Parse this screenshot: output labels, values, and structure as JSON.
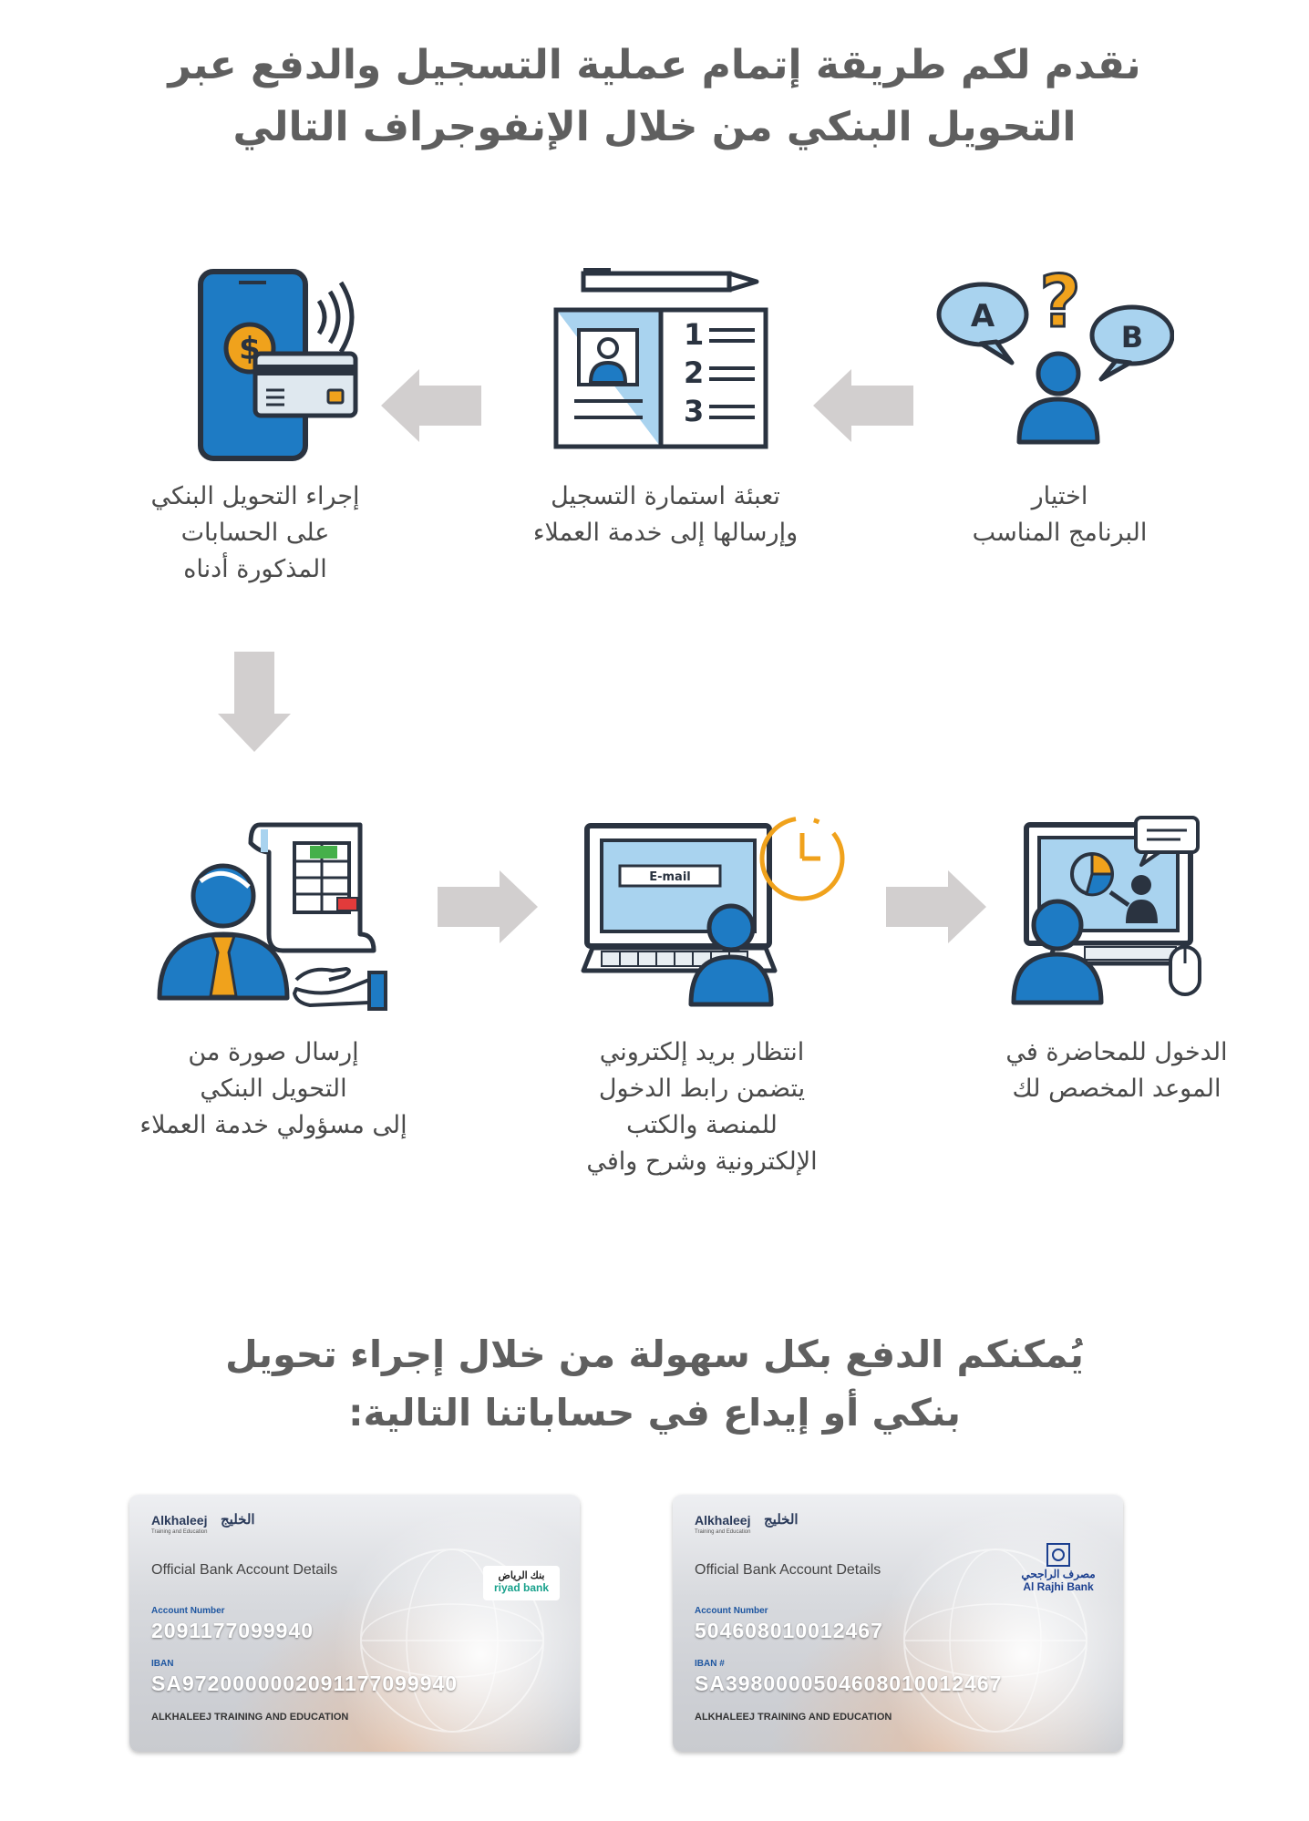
{
  "title": {
    "line1": "نقدم لكم طريقة إتمام عملية التسجيل والدفع عبر",
    "line2": "التحويل البنكي من خلال الإنفوجراف التالي"
  },
  "steps": [
    {
      "icon": "question-bubbles-icon",
      "lines": [
        "اختيار",
        "البرنامج المناسب"
      ]
    },
    {
      "icon": "registration-form-icon",
      "lines": [
        "تعبئة استمارة التسجيل",
        "وإرسالها إلى خدمة العملاء"
      ]
    },
    {
      "icon": "mobile-payment-icon",
      "lines": [
        "إجراء التحويل البنكي",
        "على الحسابات",
        "المذكورة أدناه"
      ]
    },
    {
      "icon": "send-receipt-icon",
      "lines": [
        "إرسال صورة من",
        "التحويل البنكي",
        "إلى مسؤولي خدمة العملاء"
      ]
    },
    {
      "icon": "email-wait-icon",
      "lines": [
        "انتظار بريد إلكتروني",
        "يتضمن رابط الدخول",
        "للمنصة والكتب",
        "الإلكترونية وشرح وافي"
      ]
    },
    {
      "icon": "online-lecture-icon",
      "lines": [
        "الدخول للمحاضرة في",
        "الموعد المخصص لك"
      ]
    }
  ],
  "email_label": "E-mail",
  "subtitle": {
    "line1": "يُمكنكم الدفع بكل سهولة من خلال إجراء تحويل",
    "line2": "بنكي أو إيداع في حساباتنا التالية:"
  },
  "cards": [
    {
      "logo_en": "Alkhaleej",
      "logo_ar": "الخليج",
      "logo_sub": "Training and Education",
      "official": "Official Bank Account Details",
      "bank_ar": "بنك الرياض",
      "bank_en": "riyad bank",
      "account_label": "Account Number",
      "account_number": "2091177099940",
      "iban_label": "IBAN",
      "iban": "SA9720000002091177099940",
      "company": "ALKHALEEJ TRAINING AND EDUCATION"
    },
    {
      "logo_en": "Alkhaleej",
      "logo_ar": "الخليج",
      "logo_sub": "Training and Education",
      "official": "Official Bank Account Details",
      "bank_ar": "مصرف الراجحي",
      "bank_en": "Al Rajhi Bank",
      "account_label": "Account Number",
      "account_number": "504608010012467",
      "iban_label": "IBAN #",
      "iban": "SA3980000504608010012467",
      "company": "ALKHALEEJ TRAINING AND EDUCATION"
    }
  ],
  "colors": {
    "icon_blue": "#1e7bc4",
    "icon_light_blue": "#a9d3ef",
    "icon_outline": "#2a3340",
    "arrow_gray": "#d2cfcf",
    "accent_orange": "#f0a21c",
    "heading_gray": "#5f5f5f"
  }
}
